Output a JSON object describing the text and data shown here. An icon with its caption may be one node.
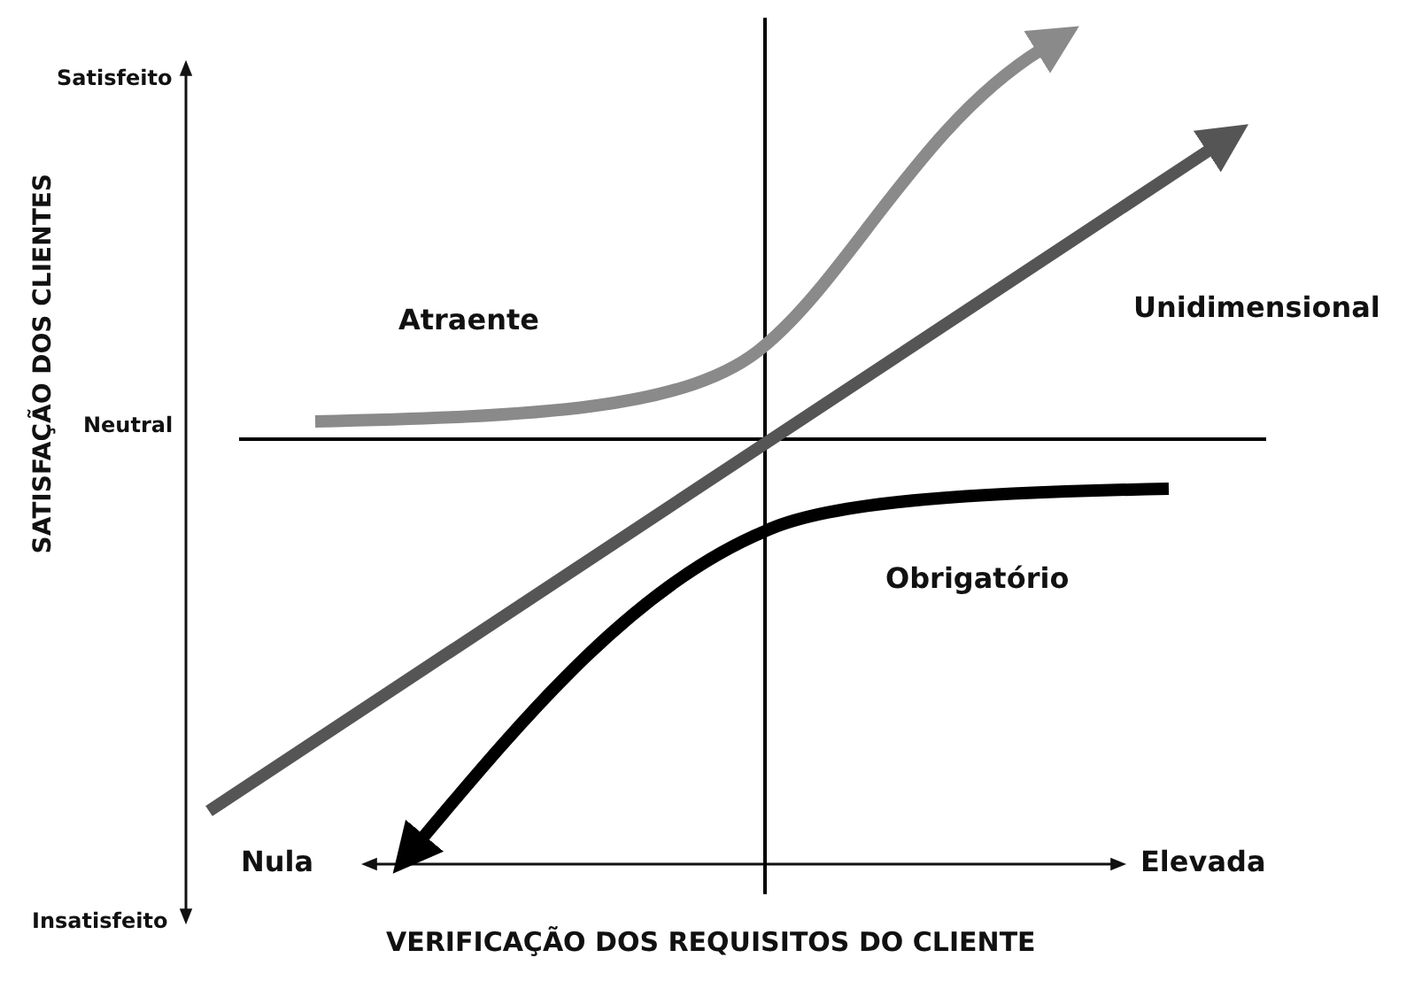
{
  "diagram": {
    "labels": [
      "Satisfeito",
      "SATISFAÇÃO DOS CLIENTES",
      "Unidimensional",
      "Atraente",
      "Neutral",
      "Obrigatório",
      "Insatisfeito",
      "Nula",
      "Elevada",
      "VERIFICAÇÃO DOS REQUISITOS DO CLIENTE"
    ]
  }
}
